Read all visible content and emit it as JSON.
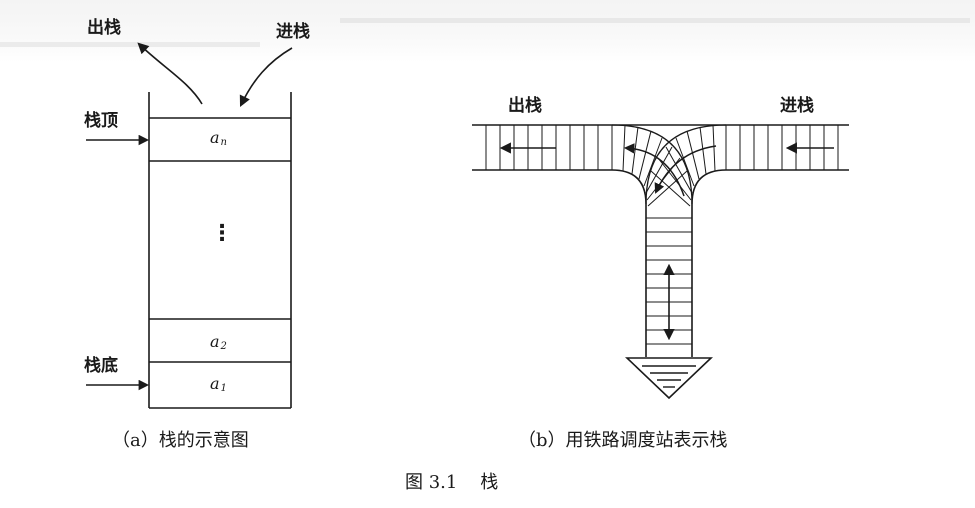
{
  "figure_a": {
    "label_pop": "出栈",
    "label_push": "进栈",
    "label_top": "栈顶",
    "label_bottom": "栈底",
    "cell_top": {
      "base": "a",
      "sub": "n"
    },
    "cell_second": {
      "base": "a",
      "sub": "2"
    },
    "cell_bottom": {
      "base": "a",
      "sub": "1"
    },
    "ellipsis": "⋮",
    "caption": "（a）栈的示意图"
  },
  "figure_b": {
    "label_pop": "出栈",
    "label_push": "进栈",
    "caption": "（b）用铁路调度站表示栈"
  },
  "figure_caption": "图 3.1    栈",
  "colors": {
    "ink": "#1a1a1a",
    "paper": "#ffffff"
  }
}
